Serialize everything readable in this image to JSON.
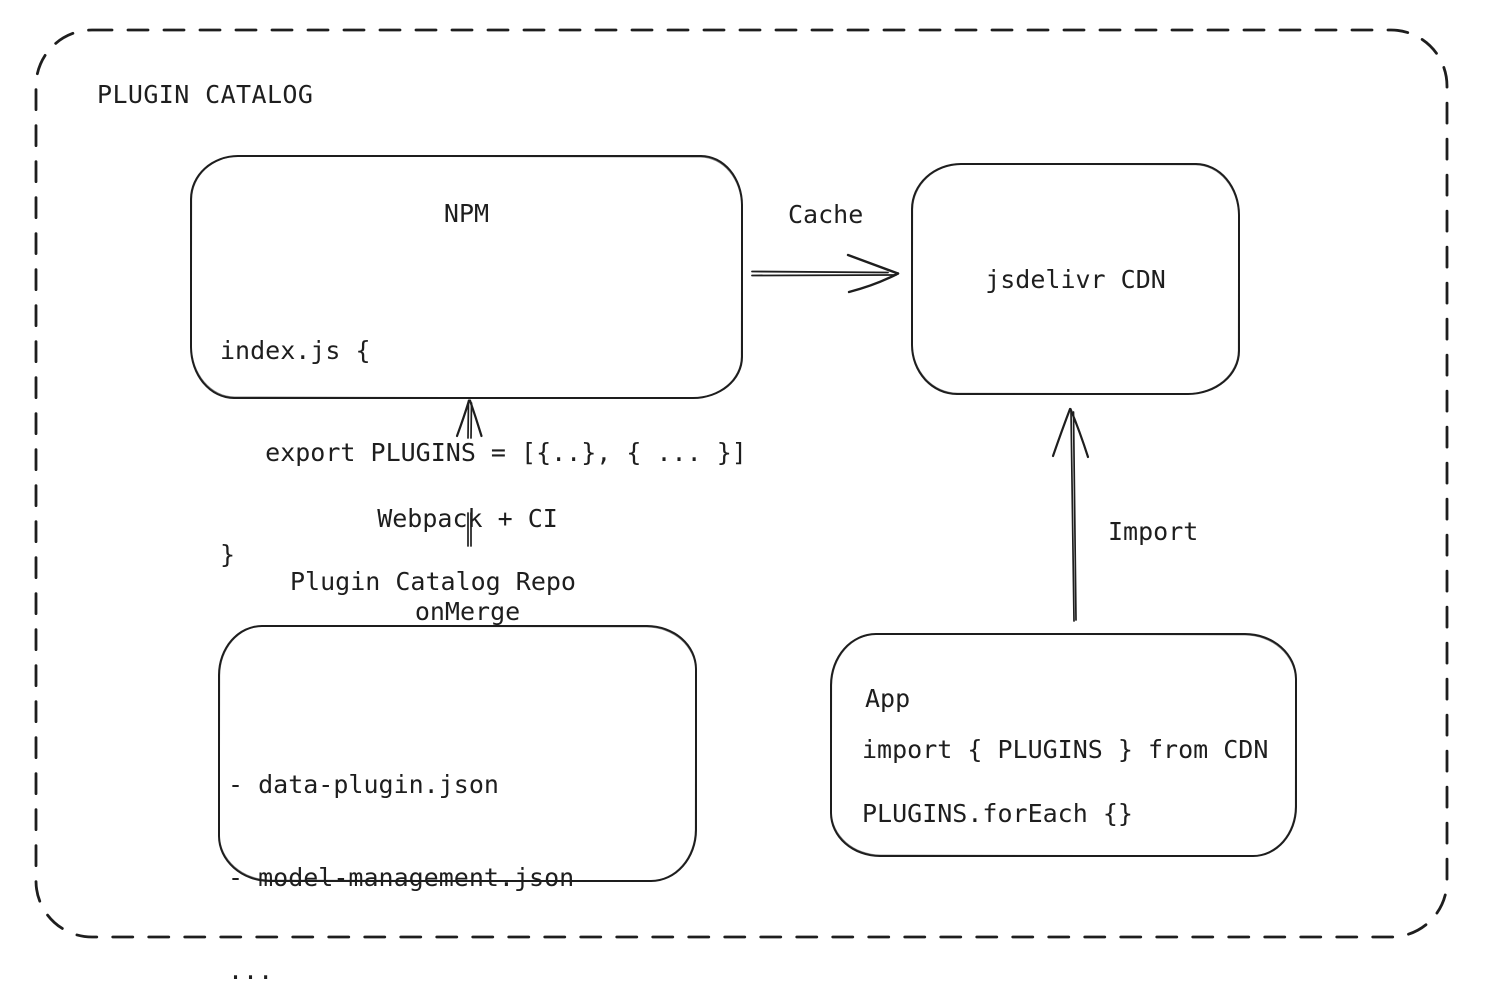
{
  "diagram": {
    "title": "PLUGIN CATALOG",
    "nodes": {
      "npm": {
        "title": "NPM",
        "code": [
          "index.js {",
          "   export PLUGINS = [{..}, { ... }]",
          "}"
        ]
      },
      "cdn": {
        "label": "jsdelivr CDN"
      },
      "repo": {
        "title": "Plugin Catalog Repo",
        "items": [
          "- data-plugin.json",
          "- model-management.json",
          "..."
        ]
      },
      "app": {
        "title": "App",
        "code": [
          "import { PLUGINS } from CDN",
          "PLUGINS.forEach {}"
        ]
      }
    },
    "edges": {
      "cache": {
        "label": "Cache",
        "from": "NPM",
        "to": "jsdelivr CDN"
      },
      "build": {
        "label_line1": "Webpack + CI",
        "label_line2": "onMerge",
        "from": "Plugin Catalog Repo",
        "to": "NPM"
      },
      "import": {
        "label": "Import",
        "from": "App",
        "to": "jsdelivr CDN"
      }
    },
    "colors": {
      "stroke": "#1e1e1e",
      "background": "#ffffff"
    }
  }
}
